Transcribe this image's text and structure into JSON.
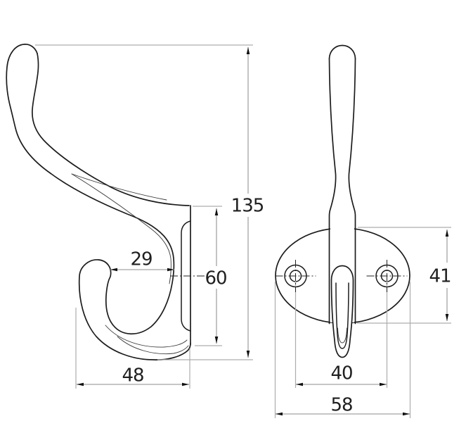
{
  "drawing": {
    "background": "#ffffff",
    "line_color": "#1c1c1c",
    "dim_line_color": "#a3a3a3",
    "text_color": "#1f1f1f",
    "views": [
      {
        "id": "side-view",
        "description": "coat hook side profile against wall plate"
      },
      {
        "id": "front-view",
        "description": "coat hook front elevation, oval plate with two screw holes"
      }
    ],
    "labels": {
      "h135": "135",
      "h60": "60",
      "w29": "29",
      "w48": "48",
      "h41": "41",
      "w40": "40",
      "w58": "58"
    }
  }
}
